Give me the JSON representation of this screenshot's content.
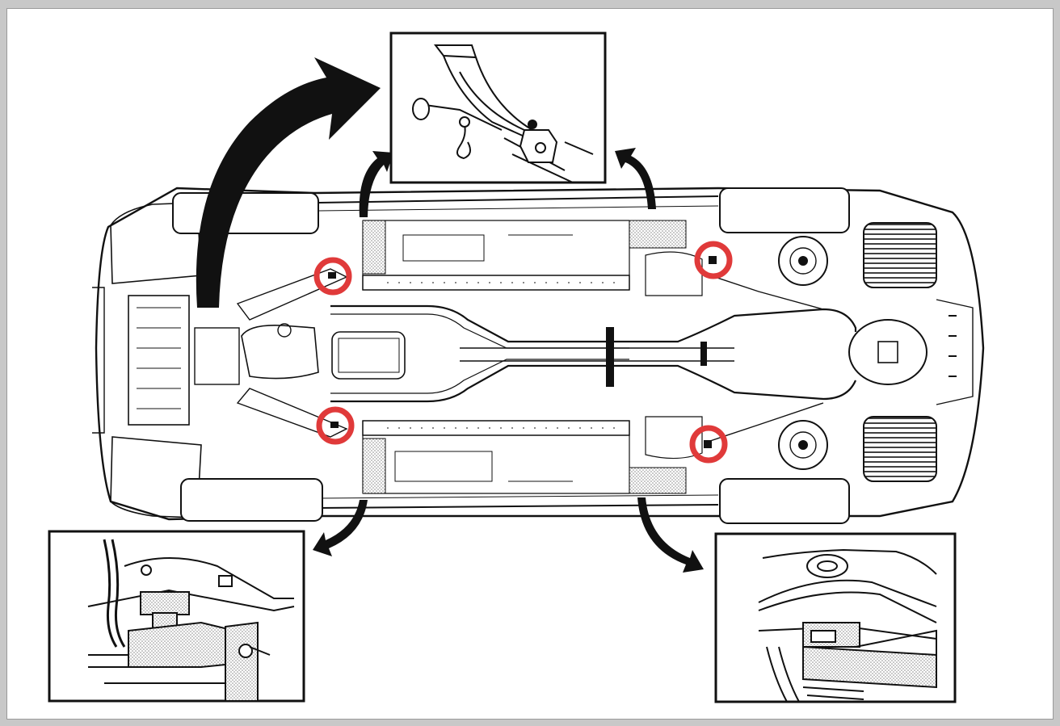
{
  "diagram": {
    "type": "service-illustration",
    "subject": "vehicle-underbody-lift-points",
    "colors": {
      "background": "#ffffff",
      "line": "#111111",
      "marker": "#e03a3a",
      "hatch": "#9c9c9c",
      "frame": "#c8c8c8"
    },
    "markers": [
      {
        "id": "front-left-lift-point"
      },
      {
        "id": "front-right-lift-point"
      },
      {
        "id": "rear-left-lift-point"
      },
      {
        "id": "rear-right-lift-point"
      }
    ],
    "detail_views": [
      {
        "id": "jack-detail",
        "shows": "floor-jack-lift-pad"
      },
      {
        "id": "front-pad-detail",
        "shows": "front-pinch-weld-pad"
      },
      {
        "id": "rear-pad-detail",
        "shows": "rear-pinch-weld-pad"
      }
    ],
    "icons": [
      "curved-arrow-icon",
      "floor-jack-icon",
      "lift-pad-icon"
    ]
  }
}
